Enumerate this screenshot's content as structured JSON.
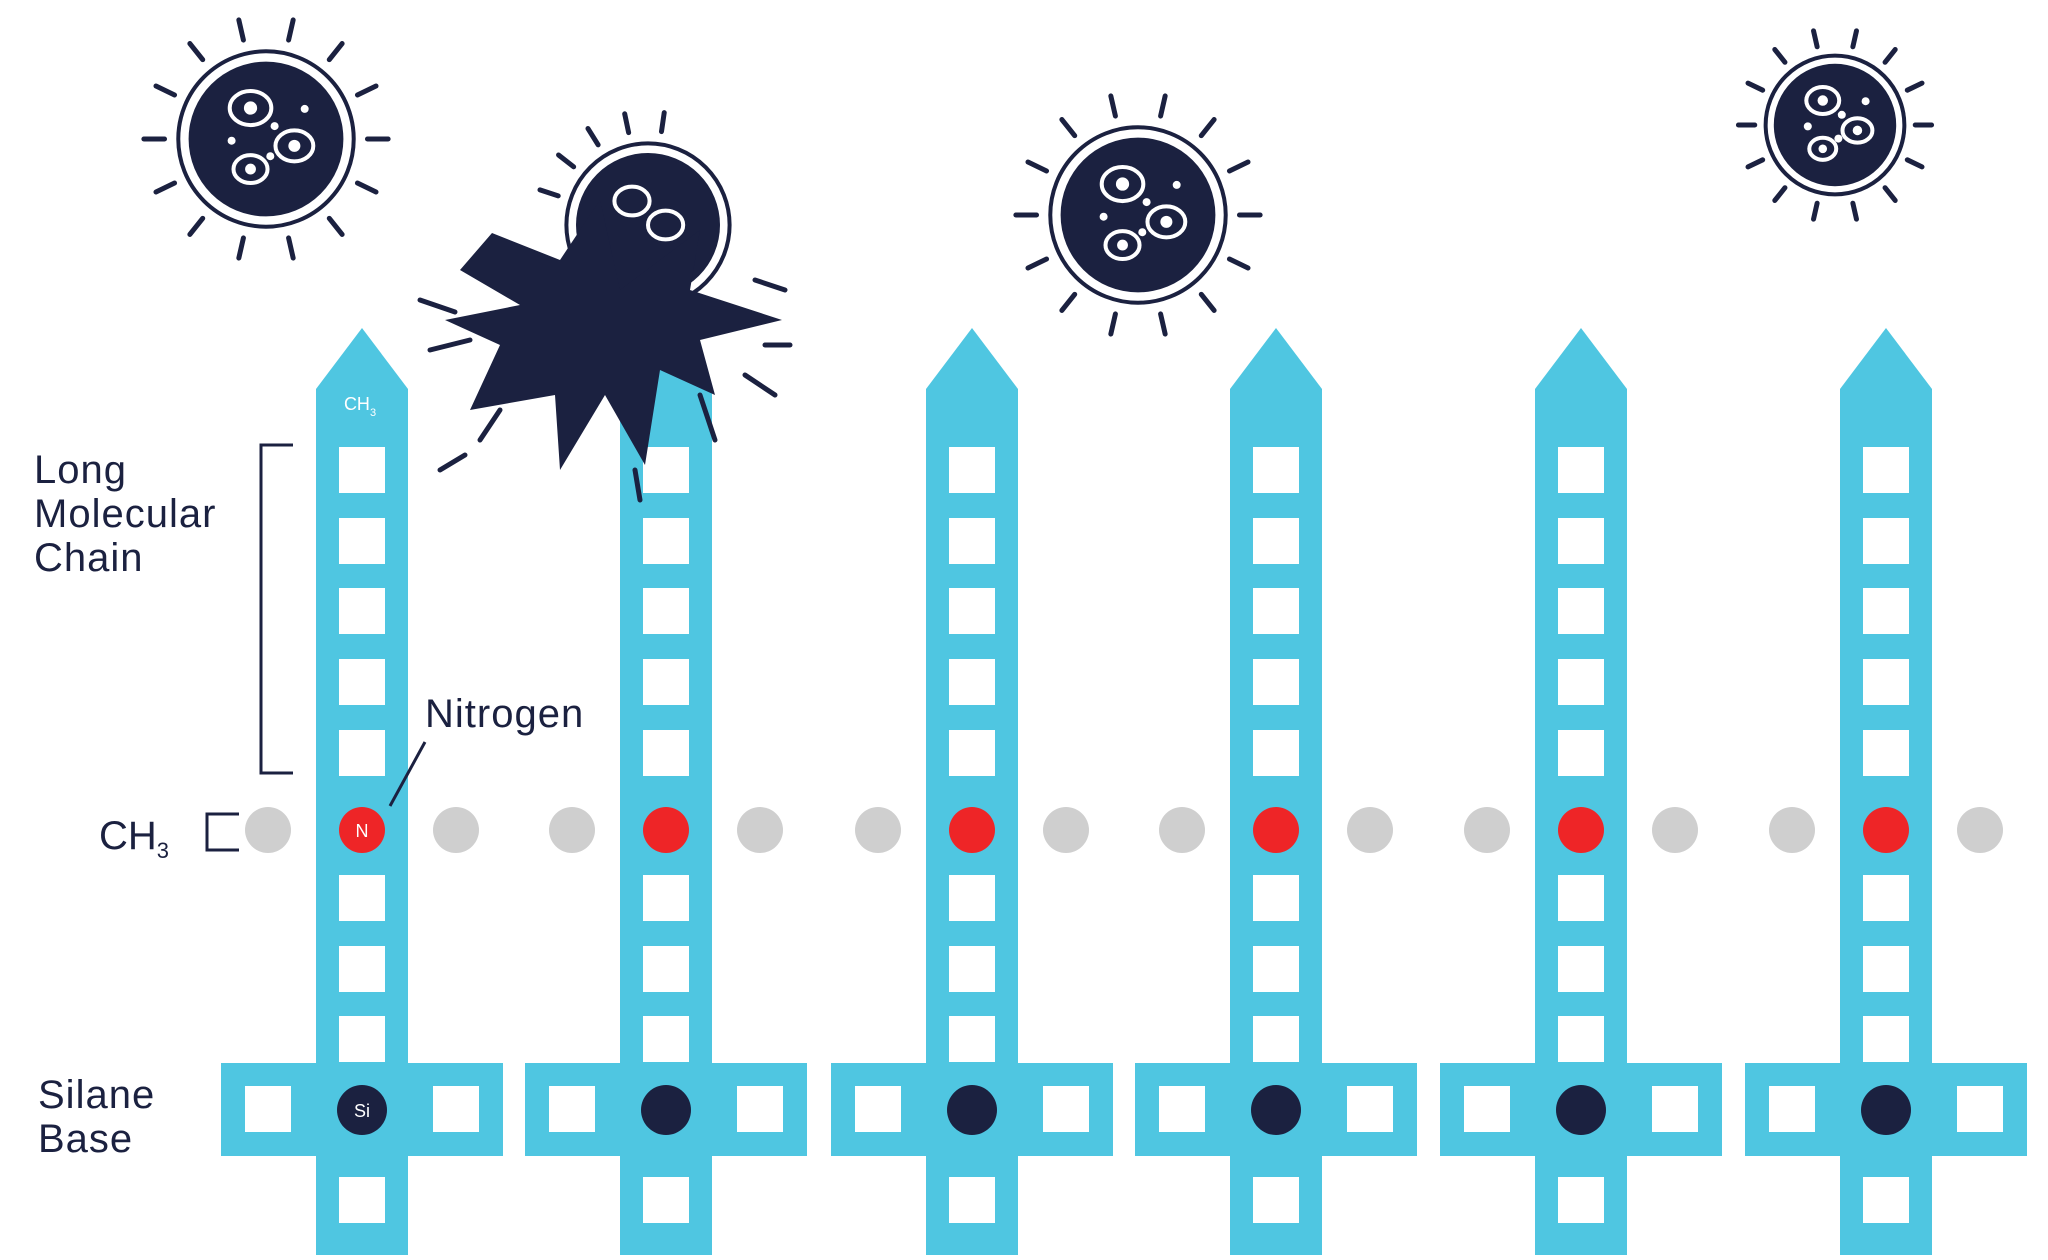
{
  "colors": {
    "molecule": "#4fc6e1",
    "dark": "#1b2140",
    "nitrogen": "#ee2527",
    "methyl": "#cfcfcf",
    "cell": "#ffffff"
  },
  "labels": {
    "long_chain": [
      "Long",
      "Molecular",
      "Chain"
    ],
    "nitrogen": "Nitrogen",
    "ch3_side_base": "CH",
    "ch3_side_sub": "3",
    "silane": [
      "Silane",
      "Base"
    ],
    "tip_ch3_base": "CH",
    "tip_ch3_sub": "3",
    "nitrogen_symbol": "N",
    "silicon_symbol": "Si"
  },
  "molecules": {
    "count": 6,
    "first_molecule_labeled": true
  },
  "microbes": [
    {
      "name": "microbe-1",
      "state": "intact"
    },
    {
      "name": "microbe-2",
      "state": "bursting"
    },
    {
      "name": "microbe-3",
      "state": "intact"
    },
    {
      "name": "microbe-4",
      "state": "intact"
    }
  ],
  "icons": [
    "microbe-icon",
    "burst-icon"
  ]
}
